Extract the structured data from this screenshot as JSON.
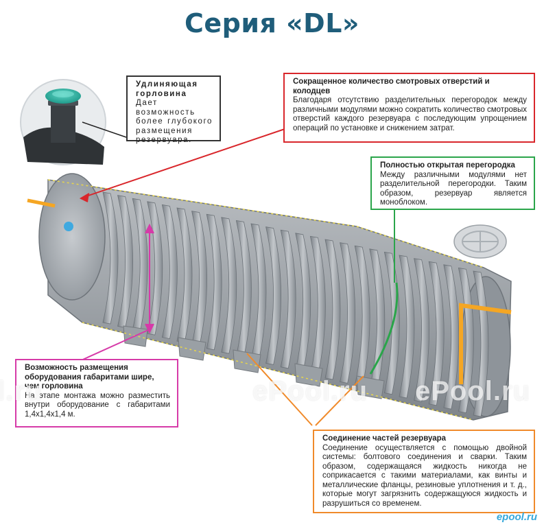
{
  "title": "Серия «DL»",
  "callouts": {
    "neck": {
      "title": "Удлиняющая горловина",
      "body": "Дает возможность более глубокого размещения резервуара.",
      "color": "#333333"
    },
    "inspection": {
      "title": "Сокращенное количество смотровых отверстий и колодцев",
      "body": "Благодаря отсутствию разделительных перегородок между различными модулями можно сократить количество смотровых отверстий каждого резервуара с последующим упрощением операций по установке и снижением затрат.",
      "color": "#d9262b"
    },
    "partition": {
      "title": "Полностью открытая перегородка",
      "body": "Между различными модулями нет разделительной перегородки. Таким образом, резервуар является моноблоком.",
      "color": "#2aa54a"
    },
    "equipment": {
      "title": "Возможность размещения оборудования габаритами шире, чем горловина",
      "body": "На этапе монтажа можно разместить внутри оборудование с габаритами 1,4х1,4х1,4 м.",
      "color": "#d63aa8"
    },
    "connection": {
      "title": "Соединение частей резервуара",
      "body": "Соединение осуществляется с помощью двойной системы: болтового соединения и сварки. Таким образом, содержащаяся жидкость никогда не соприкасается с такими материалами, как винты и металлические фланцы, резиновые уплотнения и т. д., которые могут загрязнить содержащуюся жидкость и разрушиться со временем.",
      "color": "#f08a2a"
    }
  },
  "watermarks": [
    "l.ru",
    "ePool.ru",
    "ePool.ru"
  ],
  "brand_mark": "epool.ru"
}
